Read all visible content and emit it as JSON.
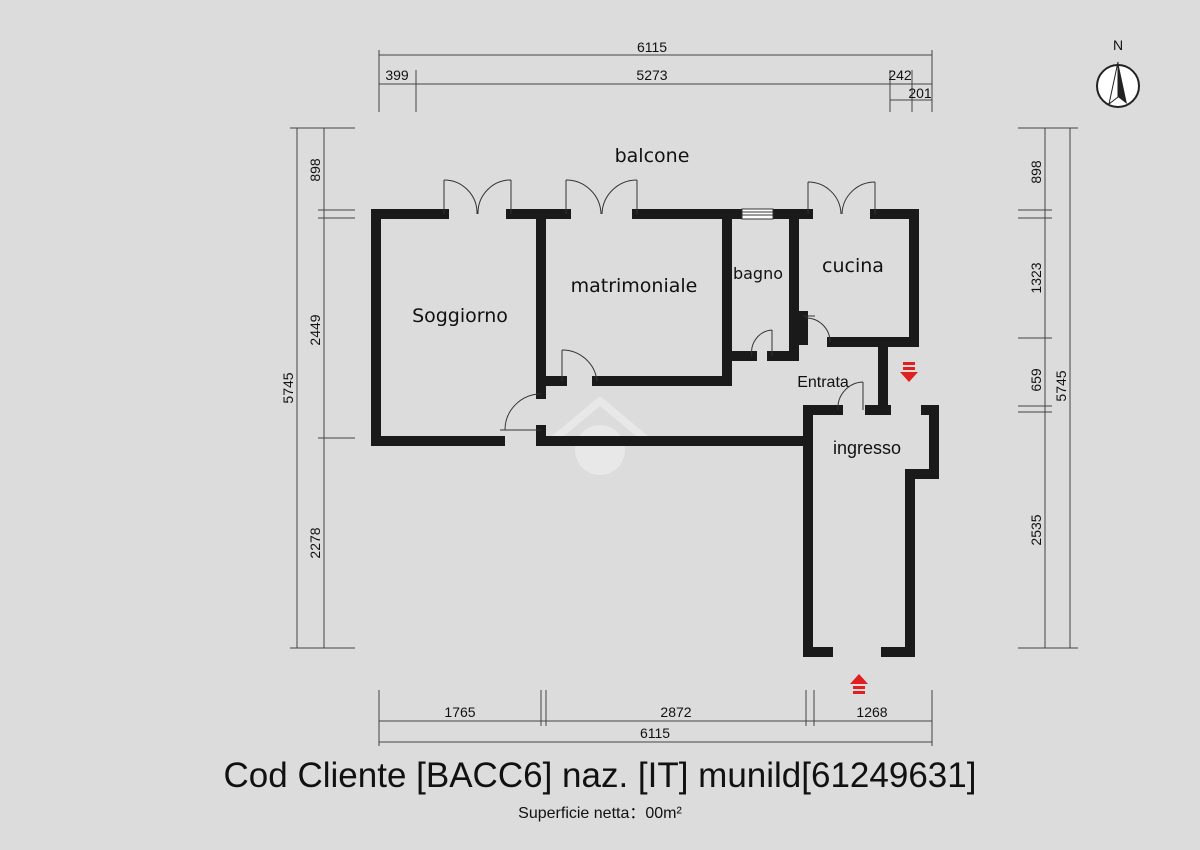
{
  "plan": {
    "rooms": {
      "balcone": "balcone",
      "soggiorno": "Soggiorno",
      "matrimoniale": "matrimoniale",
      "bagno": "bagno",
      "cucina": "cucina",
      "entrata": "Entrata",
      "ingresso": "ingresso"
    },
    "dimensions": {
      "top_total": "6115",
      "top_1": "399",
      "top_2": "5273",
      "top_3": "242",
      "top_4": "201",
      "left_total": "5745",
      "left_1": "898",
      "left_2": "2449",
      "left_3": "2278",
      "right_total": "5745",
      "right_1": "898",
      "right_2": "1323",
      "right_3": "659",
      "right_4": "2535",
      "bottom_1": "1765",
      "bottom_2": "2872",
      "bottom_3": "1268",
      "bottom_total": "6115"
    },
    "compass_label": "N",
    "arrow_color": "#e02020"
  },
  "footer": {
    "title": "Cod Cliente [BACC6] naz. [IT] munild[61249631]",
    "subtitle": "Superficie netta：00m²"
  }
}
